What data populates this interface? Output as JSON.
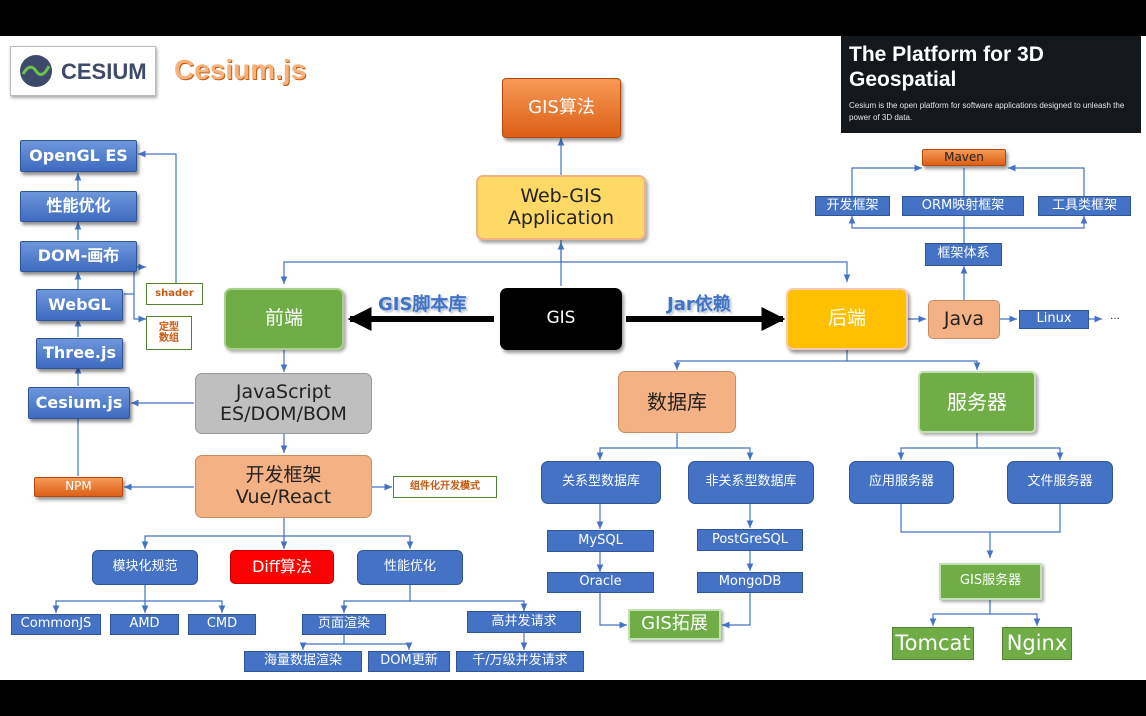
{
  "logo": {
    "wordmark": "CESIUM",
    "title": "Cesium.js"
  },
  "promo": {
    "title": "The Platform for 3D Geospatial",
    "text": "Cesium is the open platform for software applications designed to unleash the power of 3D data."
  },
  "core": {
    "gis": "GIS",
    "app": "Web-GIS Application",
    "algo": "GIS算法"
  },
  "edges": {
    "script_lib": "GIS脚本库",
    "jar": "Jar依赖"
  },
  "frontend": {
    "title": "前端",
    "lang": "JavaScript ES/DOM/BOM",
    "framework": "开发框架 Vue/React",
    "component_tag": "组件化开发模式",
    "npm": "NPM",
    "stack": [
      "OpenGL ES",
      "性能优化",
      "DOM-画布",
      "WebGL",
      "Three.js",
      "Cesium.js"
    ],
    "webgl_tags": [
      "shader",
      "定型 数组"
    ],
    "children": [
      "模块化规范",
      "Diff算法",
      "性能优化"
    ],
    "modules": [
      "CommonJS",
      "AMD",
      "CMD"
    ],
    "perf": [
      "页面渲染",
      "高并发请求"
    ],
    "render": [
      "海量数据渲染",
      "DOM更新"
    ],
    "concurrency": "千/万级并发请求"
  },
  "backend": {
    "title": "后端",
    "java": "Java",
    "linux": "Linux",
    "ellipsis": "…",
    "framework_system": "框架体系",
    "maven": "Maven",
    "frameworks": [
      "开发框架",
      "ORM映射框架",
      "工具类框架"
    ],
    "database": "数据库",
    "relational": "关系型数据库",
    "nonrelational": "非关系型数据库",
    "relational_dbs": [
      "MySQL",
      "Oracle"
    ],
    "nonrelational_dbs": [
      "PostGreSQL",
      "MongoDB"
    ],
    "gis_ext": "GIS拓展",
    "server": "服务器",
    "app_server": "应用服务器",
    "file_server": "文件服务器",
    "gis_server": "GIS服务器",
    "servers": [
      "Tomcat",
      "Nginx"
    ]
  },
  "colors": {
    "line": "#4472c4",
    "arrow": "#000000",
    "orange": "#ed7d31",
    "green": "#70ad47",
    "gold": "#ffc000",
    "red": "#ff0000"
  }
}
